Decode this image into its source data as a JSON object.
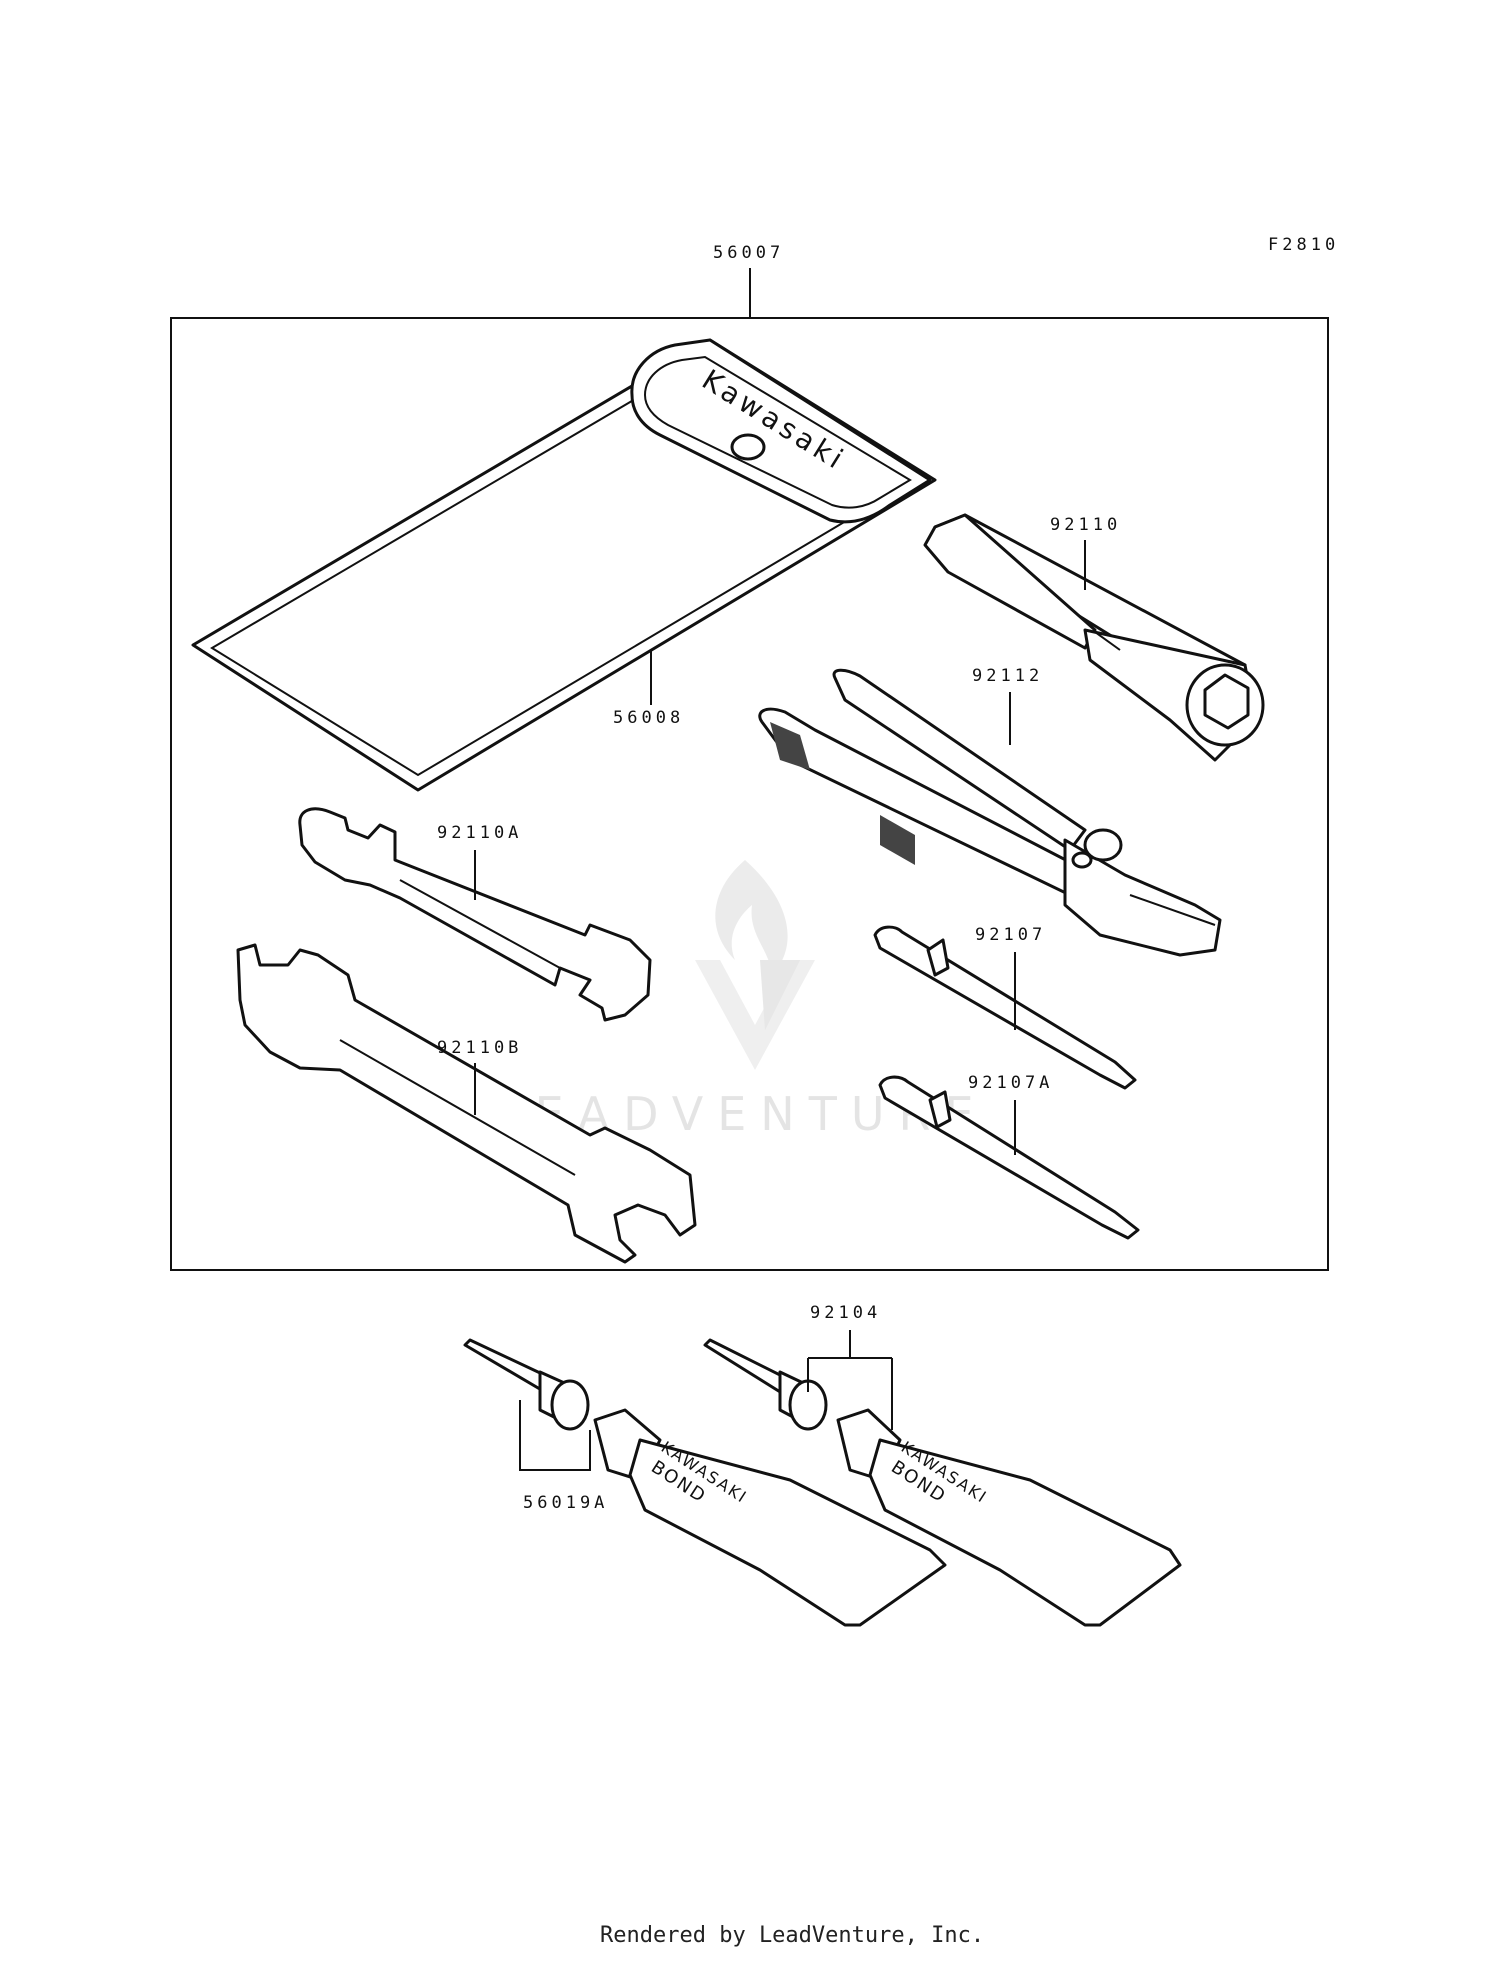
{
  "figure_code": "F2810",
  "parts": {
    "tool_kit": "56007",
    "tool_bag": "56008",
    "plug_wrench": "92110",
    "pliers": "92112",
    "wrench_a": "92110A",
    "wrench_b": "92110B",
    "screwdriver": "92107",
    "screwdriver_a": "92107A",
    "bond_kit_a": "56019A",
    "bond_kit": "92104"
  },
  "brand_text": {
    "bag": "Kawasaki",
    "tube_line1": "KAWASAKI",
    "tube_line2": "BOND"
  },
  "watermark": "LEADVENTURE",
  "footer": "Rendered by LeadVenture, Inc."
}
